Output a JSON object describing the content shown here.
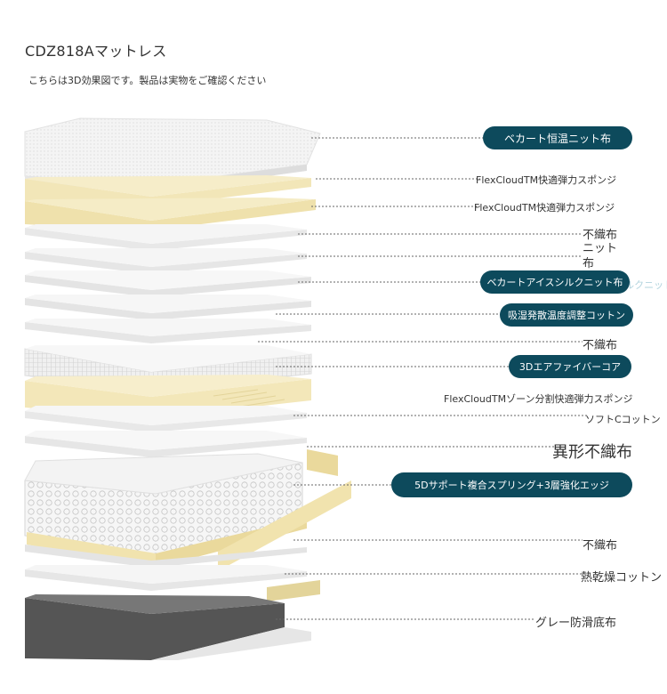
{
  "header": {
    "title": "CDZ818Aマットレス",
    "subtitle": "こちらは3D効果図です。製品は実物をご確認ください"
  },
  "layers": [
    {
      "label": "ベカート恒温ニット布",
      "style": "pill"
    },
    {
      "label": "FlexCloudTM快適弾力スポンジ",
      "style": "plain"
    },
    {
      "label": "FlexCloudTM快適弾力スポンジ",
      "style": "plain"
    },
    {
      "label": "不織布",
      "style": "text"
    },
    {
      "label": "ニット布",
      "style": "text"
    },
    {
      "label": "ベカートアイスシルクニット布",
      "style": "pill"
    },
    {
      "label": "吸湿発散温度調整コットン",
      "style": "pill"
    },
    {
      "label": "不織布",
      "style": "text"
    },
    {
      "label": "3Dエアファイバーコア",
      "style": "pill"
    },
    {
      "label": "FlexCloudTMゾーン分割快適弾力スポンジ",
      "style": "plain"
    },
    {
      "label": "ソフトCコットン",
      "style": "plain"
    },
    {
      "label": "異形不織布",
      "style": "big"
    },
    {
      "label": "5Dサポート複合スプリング+3層強化エッジ",
      "style": "pill"
    },
    {
      "label": "不織布",
      "style": "text"
    },
    {
      "label": "熱乾燥コットン",
      "style": "text"
    },
    {
      "label": "グレー防滑底布",
      "style": "text"
    }
  ]
}
